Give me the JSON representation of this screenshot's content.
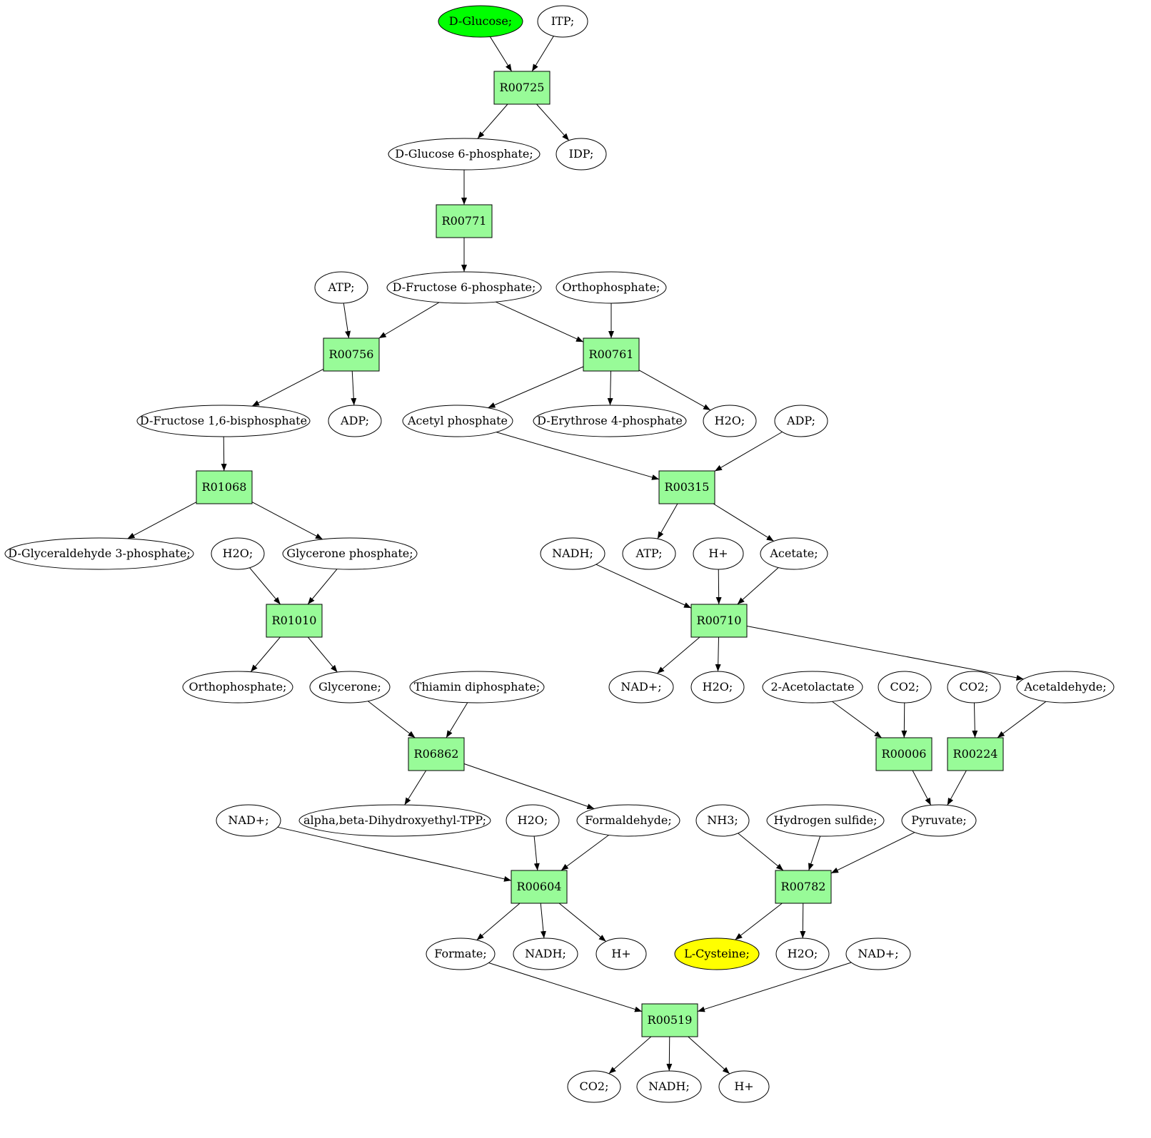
{
  "colors": {
    "reaction": "#98fb98",
    "source": "#00ff00",
    "target": "#ffff00",
    "metabolite": "#ffffff",
    "stroke": "#000000"
  },
  "nodes": {
    "glc": {
      "label": "D-Glucose;",
      "kind": "ellipse",
      "role": "source"
    },
    "itp": {
      "label": "ITP;",
      "kind": "ellipse"
    },
    "R00725": {
      "label": "R00725",
      "kind": "reaction"
    },
    "g6p": {
      "label": "D-Glucose 6-phosphate;",
      "kind": "ellipse"
    },
    "idp": {
      "label": "IDP;",
      "kind": "ellipse"
    },
    "R00771": {
      "label": "R00771",
      "kind": "reaction"
    },
    "atp1": {
      "label": "ATP;",
      "kind": "ellipse"
    },
    "f6p": {
      "label": "D-Fructose 6-phosphate;",
      "kind": "ellipse"
    },
    "orthop1": {
      "label": "Orthophosphate;",
      "kind": "ellipse"
    },
    "R00756": {
      "label": "R00756",
      "kind": "reaction"
    },
    "R00761": {
      "label": "R00761",
      "kind": "reaction"
    },
    "fbp": {
      "label": "D-Fructose 1,6-bisphosphate",
      "kind": "ellipse"
    },
    "adp1": {
      "label": "ADP;",
      "kind": "ellipse"
    },
    "acp": {
      "label": "Acetyl phosphate",
      "kind": "ellipse"
    },
    "e4p": {
      "label": "D-Erythrose 4-phosphate",
      "kind": "ellipse"
    },
    "h2o1": {
      "label": "H2O;",
      "kind": "ellipse"
    },
    "adp2": {
      "label": "ADP;",
      "kind": "ellipse"
    },
    "R01068": {
      "label": "R01068",
      "kind": "reaction"
    },
    "R00315": {
      "label": "R00315",
      "kind": "reaction"
    },
    "gap": {
      "label": "D-Glyceraldehyde 3-phosphate;",
      "kind": "ellipse"
    },
    "h2o2": {
      "label": "H2O;",
      "kind": "ellipse"
    },
    "dhap": {
      "label": "Glycerone phosphate;",
      "kind": "ellipse"
    },
    "nadh1": {
      "label": "NADH;",
      "kind": "ellipse"
    },
    "atp2": {
      "label": "ATP;",
      "kind": "ellipse"
    },
    "hplus1": {
      "label": "H+",
      "kind": "ellipse"
    },
    "acetate": {
      "label": "Acetate;",
      "kind": "ellipse"
    },
    "R01010": {
      "label": "R01010",
      "kind": "reaction"
    },
    "R00710": {
      "label": "R00710",
      "kind": "reaction"
    },
    "orthop2": {
      "label": "Orthophosphate;",
      "kind": "ellipse"
    },
    "glycerone": {
      "label": "Glycerone;",
      "kind": "ellipse"
    },
    "tpp": {
      "label": "Thiamin diphosphate;",
      "kind": "ellipse"
    },
    "nadp1": {
      "label": "NAD+;",
      "kind": "ellipse"
    },
    "h2o3": {
      "label": "H2O;",
      "kind": "ellipse"
    },
    "acetolactate": {
      "label": "2-Acetolactate",
      "kind": "ellipse"
    },
    "co2a": {
      "label": "CO2;",
      "kind": "ellipse"
    },
    "co2b": {
      "label": "CO2;",
      "kind": "ellipse"
    },
    "acetaldehyde": {
      "label": "Acetaldehyde;",
      "kind": "ellipse"
    },
    "R06862": {
      "label": "R06862",
      "kind": "reaction"
    },
    "R00006": {
      "label": "R00006",
      "kind": "reaction"
    },
    "R00224": {
      "label": "R00224",
      "kind": "reaction"
    },
    "nadp2": {
      "label": "NAD+;",
      "kind": "ellipse"
    },
    "dhetpp": {
      "label": "alpha,beta-Dihydroxyethyl-TPP;",
      "kind": "ellipse"
    },
    "h2o4": {
      "label": "H2O;",
      "kind": "ellipse"
    },
    "formaldehyde": {
      "label": "Formaldehyde;",
      "kind": "ellipse"
    },
    "nh3": {
      "label": "NH3;",
      "kind": "ellipse"
    },
    "h2s": {
      "label": "Hydrogen sulfide;",
      "kind": "ellipse"
    },
    "pyruvate": {
      "label": "Pyruvate;",
      "kind": "ellipse"
    },
    "R00604": {
      "label": "R00604",
      "kind": "reaction"
    },
    "R00782": {
      "label": "R00782",
      "kind": "reaction"
    },
    "formate": {
      "label": "Formate;",
      "kind": "ellipse"
    },
    "nadh2": {
      "label": "NADH;",
      "kind": "ellipse"
    },
    "hplus2": {
      "label": "H+",
      "kind": "ellipse"
    },
    "cys": {
      "label": "L-Cysteine;",
      "kind": "ellipse",
      "role": "target"
    },
    "h2o5": {
      "label": "H2O;",
      "kind": "ellipse"
    },
    "nadp3": {
      "label": "NAD+;",
      "kind": "ellipse"
    },
    "R00519": {
      "label": "R00519",
      "kind": "reaction"
    },
    "co2c": {
      "label": "CO2;",
      "kind": "ellipse"
    },
    "nadh3": {
      "label": "NADH;",
      "kind": "ellipse"
    },
    "hplus3": {
      "label": "H+",
      "kind": "ellipse"
    }
  },
  "edges": [
    [
      "glc",
      "R00725"
    ],
    [
      "itp",
      "R00725"
    ],
    [
      "R00725",
      "g6p"
    ],
    [
      "R00725",
      "idp"
    ],
    [
      "g6p",
      "R00771"
    ],
    [
      "R00771",
      "f6p"
    ],
    [
      "atp1",
      "R00756"
    ],
    [
      "f6p",
      "R00756"
    ],
    [
      "f6p",
      "R00761"
    ],
    [
      "orthop1",
      "R00761"
    ],
    [
      "R00756",
      "fbp"
    ],
    [
      "R00756",
      "adp1"
    ],
    [
      "R00761",
      "acp"
    ],
    [
      "R00761",
      "e4p"
    ],
    [
      "R00761",
      "h2o1"
    ],
    [
      "fbp",
      "R01068"
    ],
    [
      "acp",
      "R00315"
    ],
    [
      "adp2",
      "R00315"
    ],
    [
      "R01068",
      "gap"
    ],
    [
      "R01068",
      "dhap"
    ],
    [
      "R00315",
      "atp2"
    ],
    [
      "R00315",
      "acetate"
    ],
    [
      "h2o2",
      "R01010"
    ],
    [
      "dhap",
      "R01010"
    ],
    [
      "nadh1",
      "R00710"
    ],
    [
      "hplus1",
      "R00710"
    ],
    [
      "acetate",
      "R00710"
    ],
    [
      "R01010",
      "orthop2"
    ],
    [
      "R01010",
      "glycerone"
    ],
    [
      "R00710",
      "nadp1"
    ],
    [
      "R00710",
      "h2o3"
    ],
    [
      "R00710",
      "acetaldehyde"
    ],
    [
      "glycerone",
      "R06862"
    ],
    [
      "tpp",
      "R06862"
    ],
    [
      "acetolactate",
      "R00006"
    ],
    [
      "co2a",
      "R00006"
    ],
    [
      "co2b",
      "R00224"
    ],
    [
      "acetaldehyde",
      "R00224"
    ],
    [
      "R06862",
      "dhetpp"
    ],
    [
      "R06862",
      "formaldehyde"
    ],
    [
      "R00006",
      "pyruvate"
    ],
    [
      "R00224",
      "pyruvate"
    ],
    [
      "nadp2",
      "R00604"
    ],
    [
      "h2o4",
      "R00604"
    ],
    [
      "formaldehyde",
      "R00604"
    ],
    [
      "nh3",
      "R00782"
    ],
    [
      "h2s",
      "R00782"
    ],
    [
      "pyruvate",
      "R00782"
    ],
    [
      "R00604",
      "formate"
    ],
    [
      "R00604",
      "nadh2"
    ],
    [
      "R00604",
      "hplus2"
    ],
    [
      "R00782",
      "cys"
    ],
    [
      "R00782",
      "h2o5"
    ],
    [
      "formate",
      "R00519"
    ],
    [
      "nadp3",
      "R00519"
    ],
    [
      "R00519",
      "co2c"
    ],
    [
      "R00519",
      "nadh3"
    ],
    [
      "R00519",
      "hplus3"
    ]
  ]
}
